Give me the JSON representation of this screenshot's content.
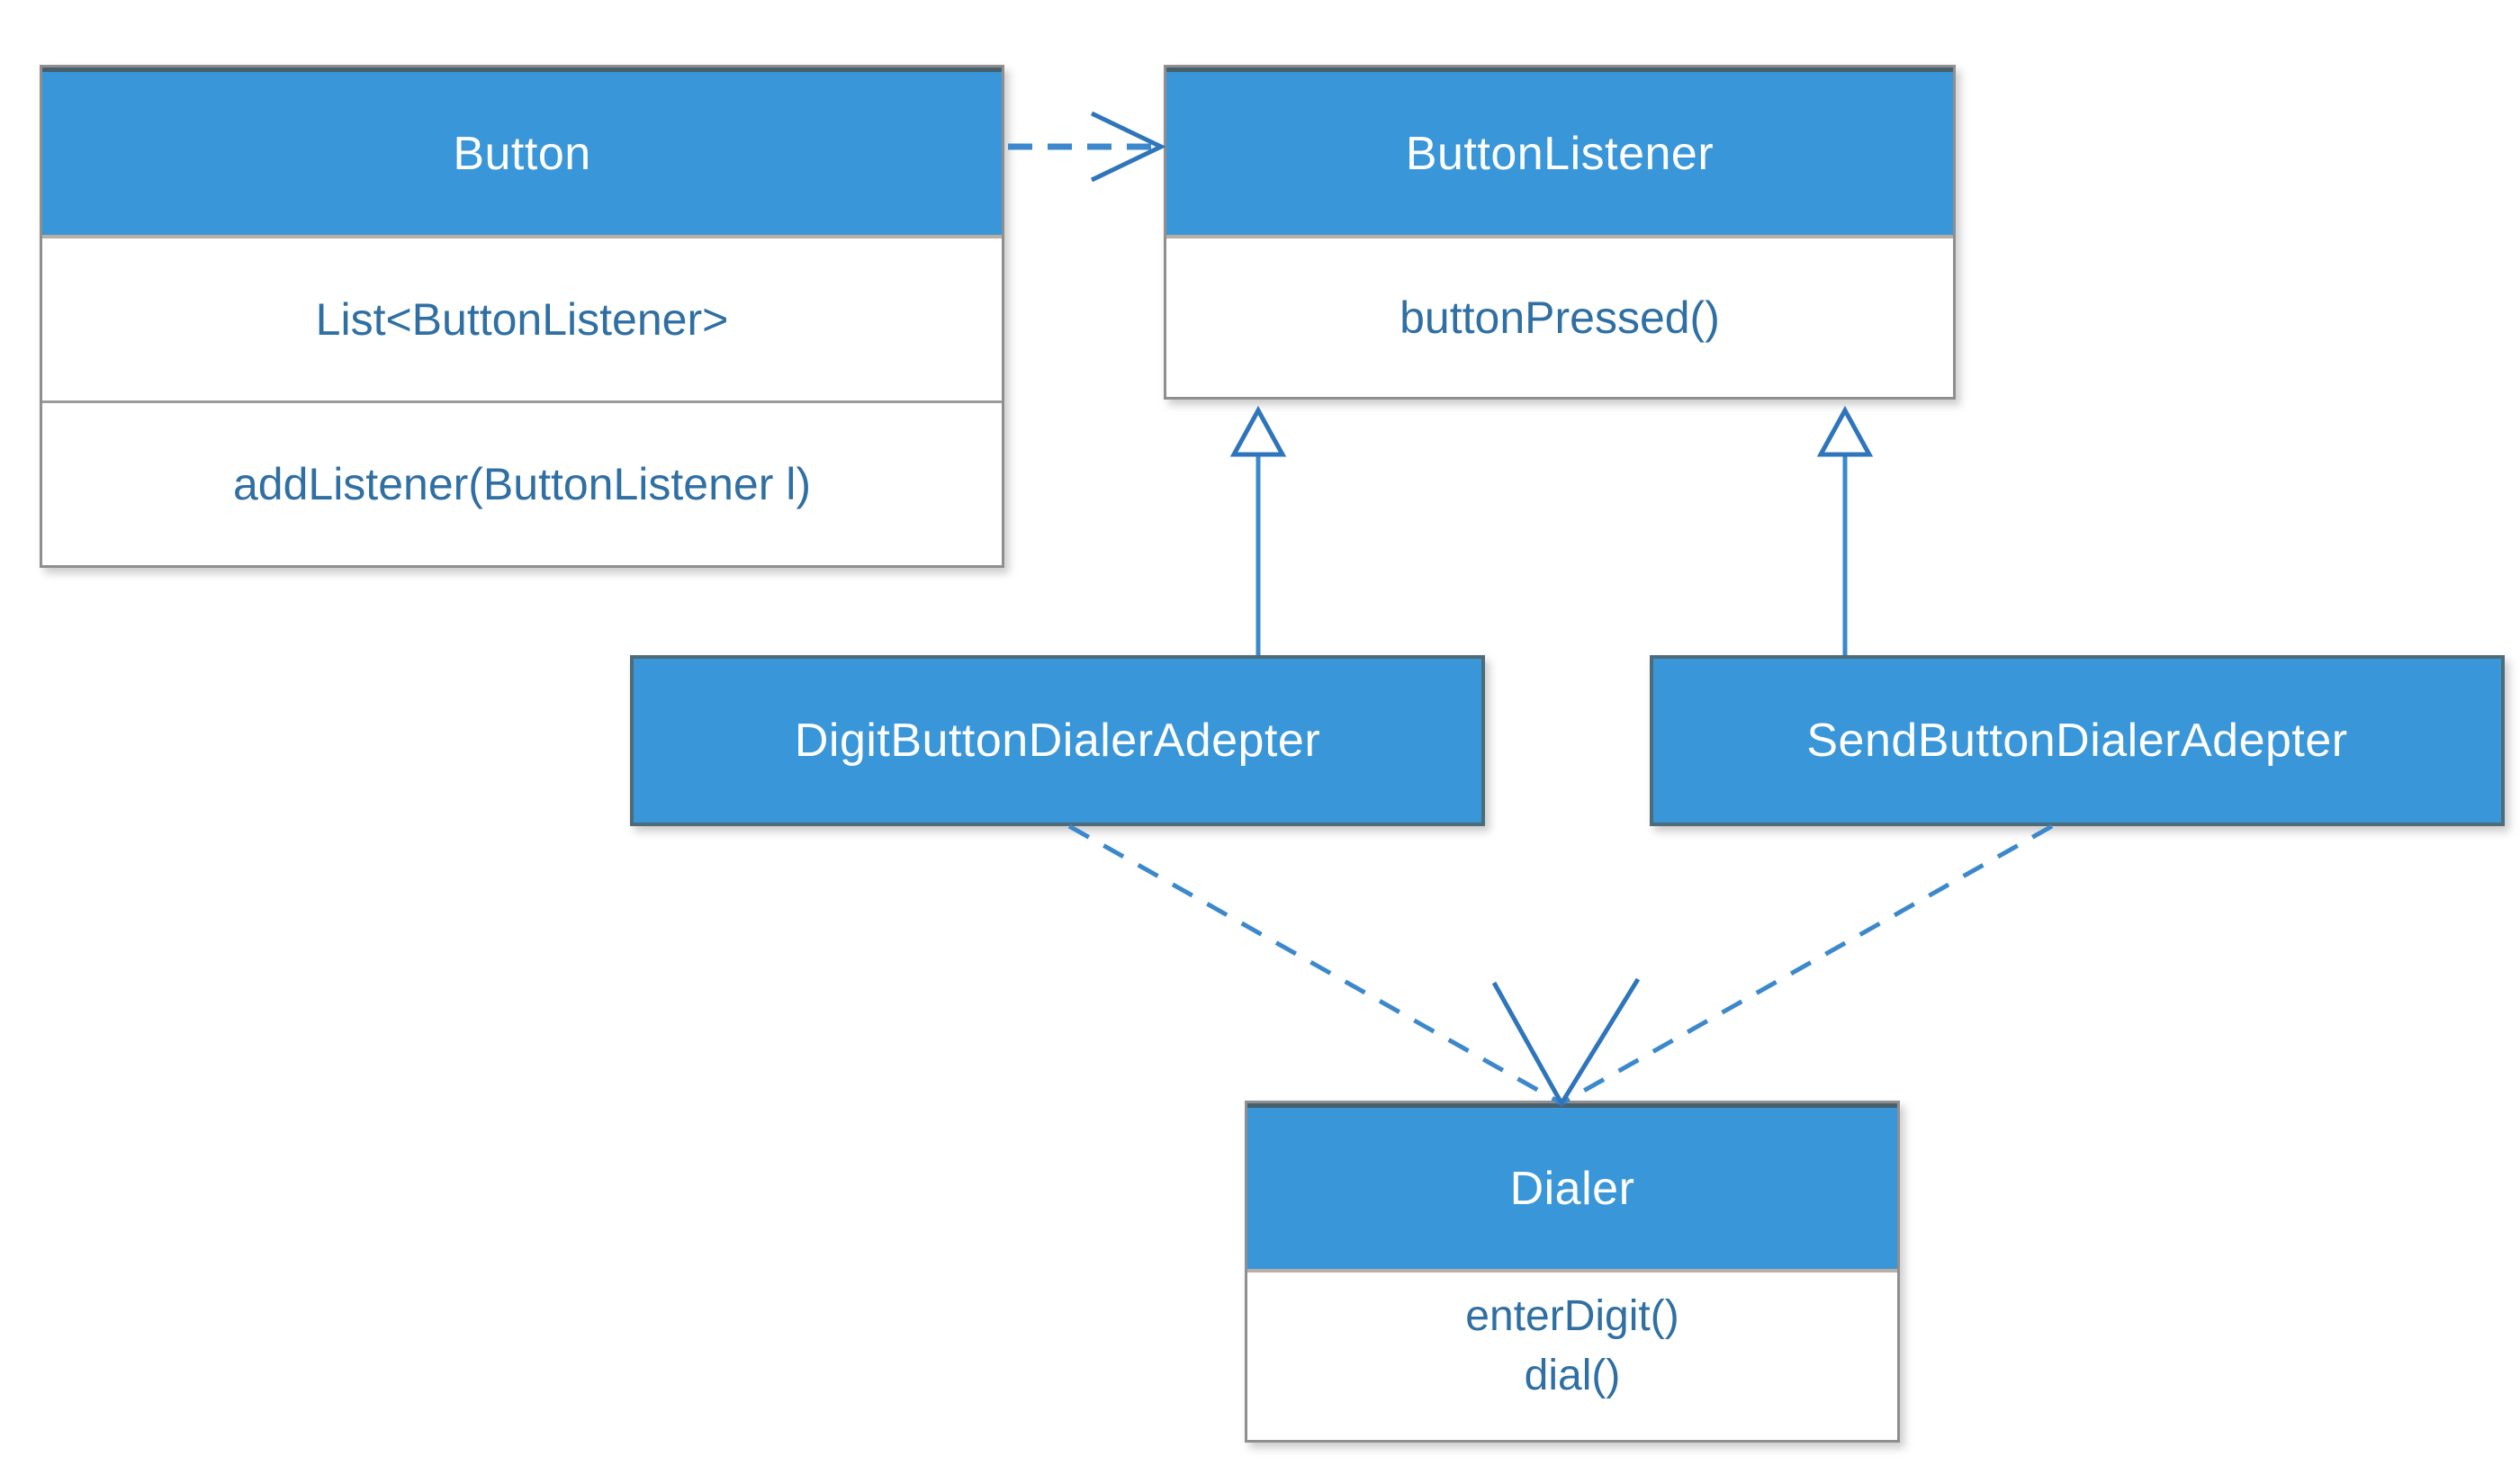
{
  "colors": {
    "class_header_fill": "#3996d8",
    "class_header_text": "#ffffff",
    "member_text": "#2f6fa3",
    "connector_line": "#3c88cc",
    "arrowhead_stroke": "#2e75bb"
  },
  "classes": {
    "button": {
      "name": "Button",
      "attribute": "List<ButtonListener>",
      "method": "addListener(ButtonListener l)"
    },
    "button_listener": {
      "name": "ButtonListener",
      "method": "buttonPressed()"
    },
    "digit_adapter": {
      "name": "DigitButtonDialerAdepter"
    },
    "send_adapter": {
      "name": "SendButtonDialerAdepter"
    },
    "dialer": {
      "name": "Dialer",
      "methods": [
        "enterDigit()",
        "dial()"
      ]
    }
  },
  "relationships": [
    {
      "from": "Button",
      "to": "ButtonListener",
      "type": "dependency",
      "line": "dashed",
      "arrowhead": "open-chevron"
    },
    {
      "from": "DigitButtonDialerAdepter",
      "to": "ButtonListener",
      "type": "realization",
      "line": "solid",
      "arrowhead": "hollow-triangle"
    },
    {
      "from": "SendButtonDialerAdepter",
      "to": "ButtonListener",
      "type": "realization",
      "line": "solid",
      "arrowhead": "hollow-triangle"
    },
    {
      "from": "DigitButtonDialerAdepter",
      "to": "Dialer",
      "type": "dependency",
      "line": "dashed",
      "arrowhead": "open-v"
    },
    {
      "from": "SendButtonDialerAdepter",
      "to": "Dialer",
      "type": "dependency",
      "line": "dashed",
      "arrowhead": "open-v"
    }
  ]
}
